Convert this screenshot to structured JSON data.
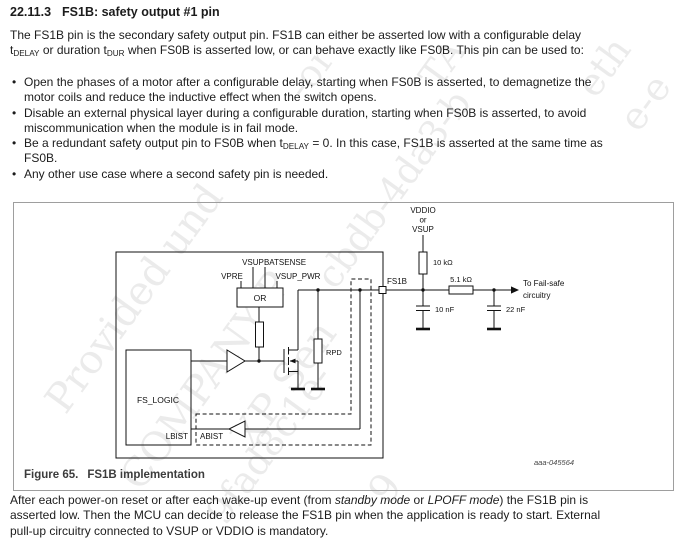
{
  "heading": {
    "number": "22.11.3",
    "title": "FS1B: safety output #1 pin"
  },
  "intro": {
    "l1": "The FS1B pin is the secondary safety output pin. FS1B can either be asserted low with a configurable delay",
    "l2a": "t",
    "l2a_sub": "DELAY",
    "l2b": " or duration t",
    "l2b_sub": "DUR",
    "l2c": " when FS0B is asserted low, or can behave exactly like FS0B. This pin can be used to:"
  },
  "bullets": {
    "marker": "•",
    "b1": {
      "l1": "Open the phases of a motor after a configurable delay, starting when FS0B is asserted, to demagnetize the",
      "l2": "motor coils and reduce the inductive effect when the switch opens."
    },
    "b2": {
      "l1": "Disable an external physical layer during a configurable duration, starting when FS0B is asserted, to avoid",
      "l2": "miscommunication when the module is in fail mode."
    },
    "b3": {
      "l1a": "Be a redundant safety output pin to FS0B when t",
      "l1sub": "DELAY",
      "l1b": " = 0. In this case, FS1B is asserted at the same time as",
      "l2": "FS0B."
    },
    "b4": {
      "l1": "Any other use case where a second safety pin is needed."
    }
  },
  "figure": {
    "caption_label": "Figure 65.",
    "caption_title": "FS1B implementation",
    "ref_code": "aaa-045564",
    "diagram": {
      "vddio_l1": "VDDIO",
      "vddio_l2": "or",
      "vddio_l3": "VSUP",
      "r_pullup": "10 kΩ",
      "r_series": "5.1 kΩ",
      "c_left": "10 nF",
      "c_right": "22 nF",
      "pin": "FS1B",
      "dest1": "To Fail-safe",
      "dest2": "circuitry",
      "or_gate": "OR",
      "vpre": "VPRE",
      "vsup": "VSUP",
      "batsense": "BATSENSE",
      "vsup_pwr": "VSUP_PWR",
      "fs_logic": "FS_LOGIC",
      "lbist": "LBIST",
      "abist": "ABIST",
      "rpd": "RPD"
    }
  },
  "outro": {
    "l1a": "After each power-on reset or after each wake-up event (from ",
    "l1em1": "standby mode",
    "l1b": " or ",
    "l1em2": "LPOFF mode",
    "l1c": ") the FS1B pin is",
    "l2": "asserted low. Then the MCU can decide to release the FS1B pin when the application is ready to start. External",
    "l3": "pull-up circuitry connected to VSUP or VDDIO is mandatory."
  },
  "watermark": {
    "w1": "Provided und",
    "w2": "COMPANY P",
    "w3": "XP Sen",
    "w4": "9fad8c1e-",
    "w5": "cbdb-4da3-b",
    "w6": "eth",
    "w7": "-or",
    "w8": "TA",
    "w9": "e-e",
    "w10": "9"
  }
}
